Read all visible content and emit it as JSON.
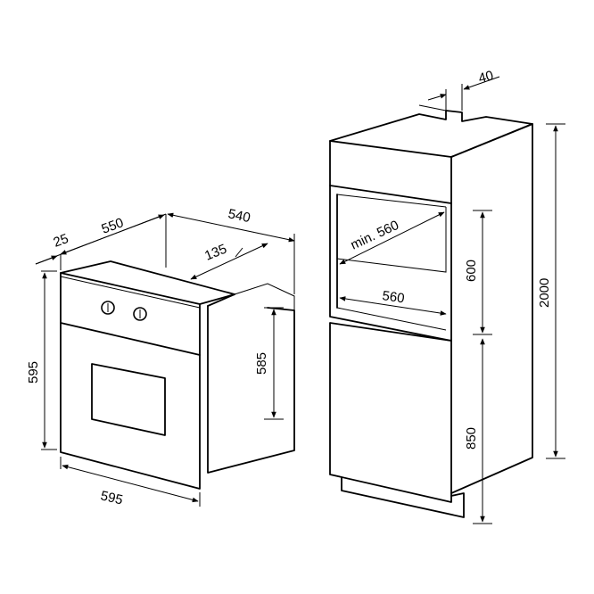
{
  "oven": {
    "depth_cavity": "550",
    "overall_depth": "540",
    "front_panel": "25",
    "top_offset": "135",
    "height": "595",
    "cavity_height": "585",
    "width": "595"
  },
  "cabinet": {
    "rear_gap": "40",
    "niche_width_min": "min. 560",
    "niche_width": "560",
    "niche_height": "600",
    "total_height": "2000",
    "base_height": "850"
  }
}
